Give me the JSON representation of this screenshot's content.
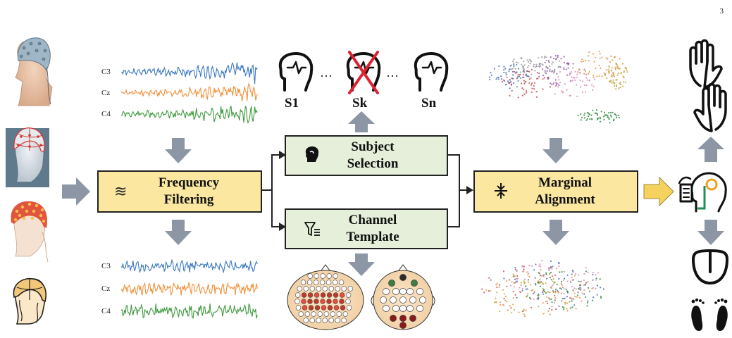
{
  "page_number": "3",
  "signals_top": {
    "channels": [
      "C3",
      "Cz",
      "C4"
    ]
  },
  "signals_bottom": {
    "channels": [
      "C3",
      "Cz",
      "C4"
    ]
  },
  "boxes": {
    "frequency_filtering": {
      "label_line1": "Frequency",
      "label_line2": "Filtering",
      "icon": "wave-filter-icon"
    },
    "subject_selection": {
      "label_line1": "Subject",
      "label_line2": "Selection",
      "icon": "head-profile-icon"
    },
    "channel_template": {
      "label_line1": "Channel",
      "label_line2": "Template",
      "icon": "funnel-list-icon"
    },
    "marginal_alignment": {
      "label_line1": "Marginal",
      "label_line2": "Alignment",
      "icon": "align-arrows-icon"
    }
  },
  "subjects": {
    "first": "S1",
    "middle": "Sk",
    "last": "Sn",
    "ellipsis": "···"
  },
  "colors": {
    "blue": "#3a78c0",
    "orange": "#f0903a",
    "green": "#3e9a3e",
    "yellow_box": "#fbe7a0",
    "green_box": "#e6efd9",
    "arrow_gray": "#8c96a5",
    "cross_red": "#e0202e",
    "arrow_yellow": "#f5d25e"
  },
  "outputs": [
    "left-hand-icon",
    "right-hand-icon",
    "tongue-icon",
    "feet-icon"
  ]
}
